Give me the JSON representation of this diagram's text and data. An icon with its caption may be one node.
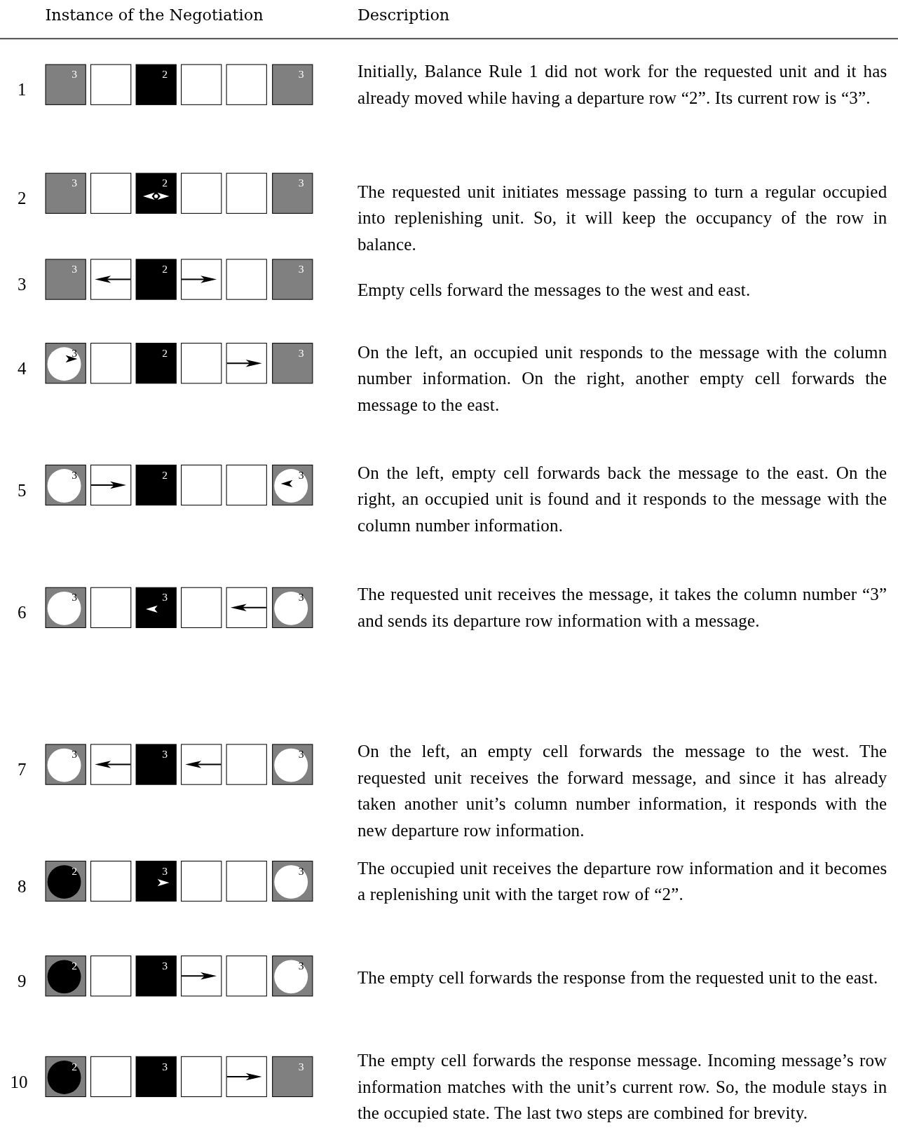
{
  "diagram": {
    "labels": [
      "Instance of the Negotiation",
      "Description",
      "1",
      "3",
      "2",
      "3",
      "Initially, Balance Rule 1 did not work for the requested unit and it has already moved while having a departure row “2”. Its current row is “3”.",
      "2",
      "3",
      "2",
      "3",
      "The requested unit initiates message passing to turn a regular occupied into replenishing unit. So, it will keep the occupancy of the row in balance.",
      "3",
      "3",
      "2",
      "3",
      "Empty cells forward the messages to the west and east.",
      "4",
      "3",
      "2",
      "3",
      "On the left, an occupied unit responds to the message with the column number information. On the right, another empty cell forwards the message to the east.",
      "5",
      "3",
      "2",
      "3",
      "On the left, empty cell forwards back the message to the east. On the right, an occupied unit is found and it responds to the message with the column number information.",
      "6",
      "3",
      "3",
      "3",
      "The requested unit receives the message, it takes the column number “3” and sends its departure row information with a message.",
      "7",
      "3",
      "3",
      "3",
      "On the left, an empty cell forwards the message to the west. The requested unit receives the forward message, and since it has already taken another unit’s column number information, it responds with the new departure row information.",
      "8",
      "2",
      "3",
      "3",
      "The occupied unit receives the departure row information and it becomes a replenishing unit with the target row of “2”.",
      "9",
      "2",
      "3",
      "3",
      "The empty cell forwards the response from the requested unit to the east.",
      "10",
      "2",
      "3",
      "3",
      "The empty cell forwards the response message. Incoming message’s row information matches with the unit’s current row. So, the module stays in the occupied state. The last two steps are combined for brevity."
    ]
  }
}
